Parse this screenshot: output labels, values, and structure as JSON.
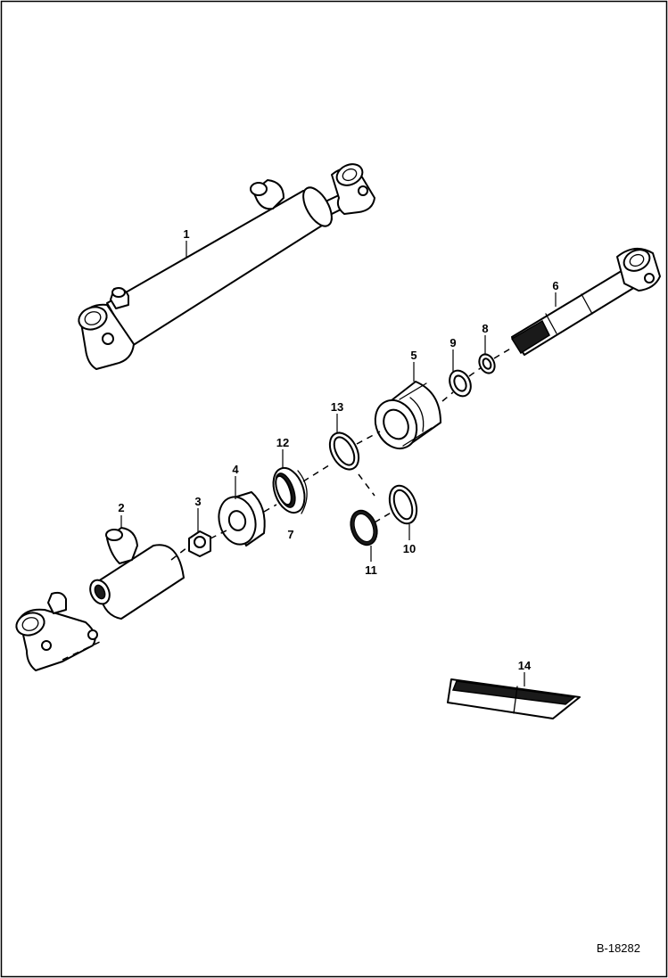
{
  "diagram": {
    "reference": "B-18282",
    "callouts": [
      "1",
      "2",
      "3",
      "4",
      "5",
      "6",
      "7",
      "8",
      "9",
      "10",
      "11",
      "12",
      "13",
      "14"
    ]
  }
}
